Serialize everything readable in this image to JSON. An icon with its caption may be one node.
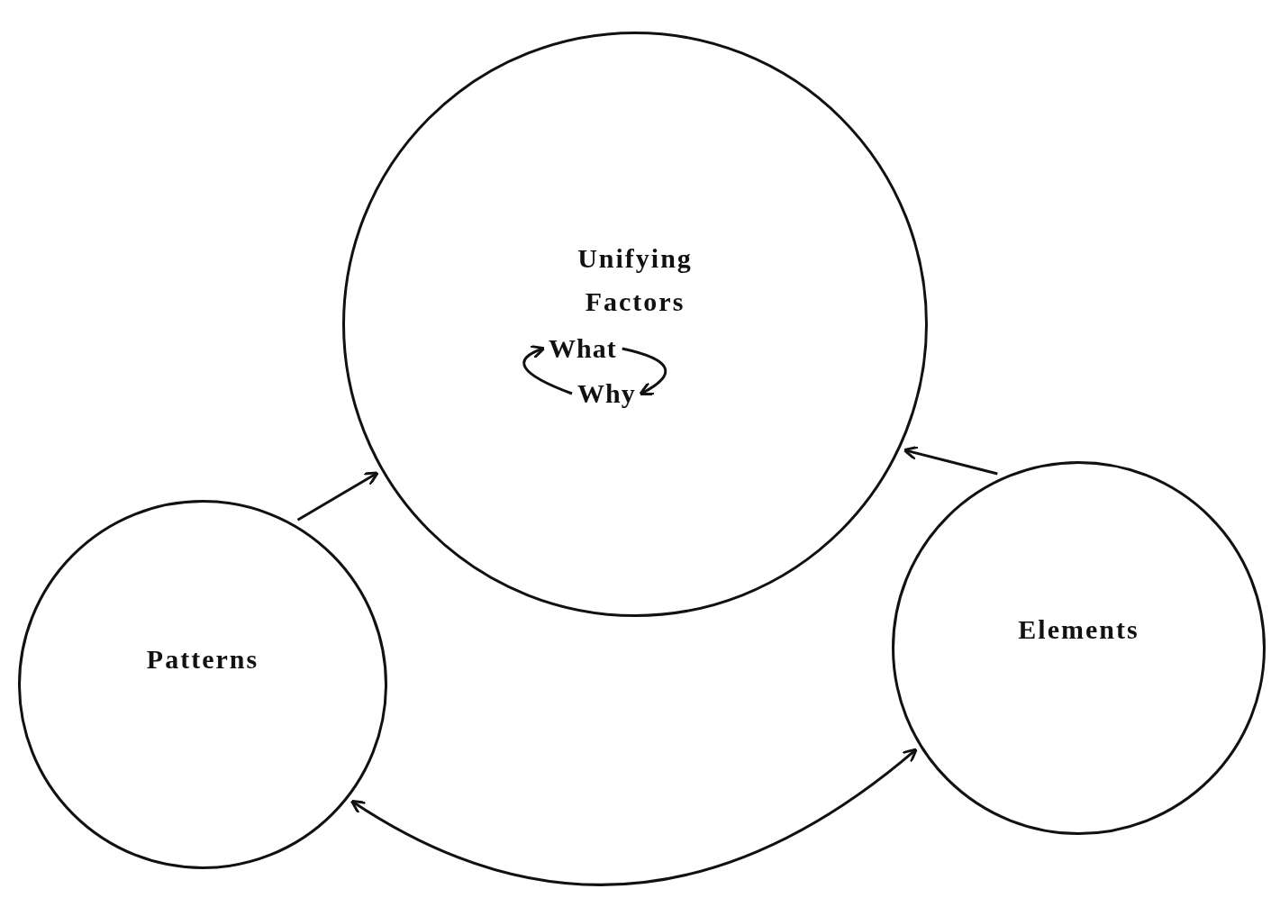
{
  "diagram": {
    "nodes": [
      {
        "text": [
          "Unifying Factors"
        ]
      },
      {
        "text": [
          "What"
        ],
        "in": 0
      },
      {
        "text": [
          "Why"
        ],
        "in": 0
      },
      {
        "text": [
          "Patterns"
        ]
      },
      {
        "text": [
          "Elements"
        ]
      }
    ],
    "edges": [
      {
        "from": 3,
        "to": 0,
        "arrow": "to"
      },
      {
        "from": 4,
        "to": 0,
        "arrow": "to"
      },
      {
        "from": 3,
        "to": 4,
        "arrow": "both"
      },
      {
        "from": 1,
        "to": 2,
        "arrow": "to"
      },
      {
        "from": 2,
        "to": 1,
        "arrow": "to"
      }
    ]
  }
}
